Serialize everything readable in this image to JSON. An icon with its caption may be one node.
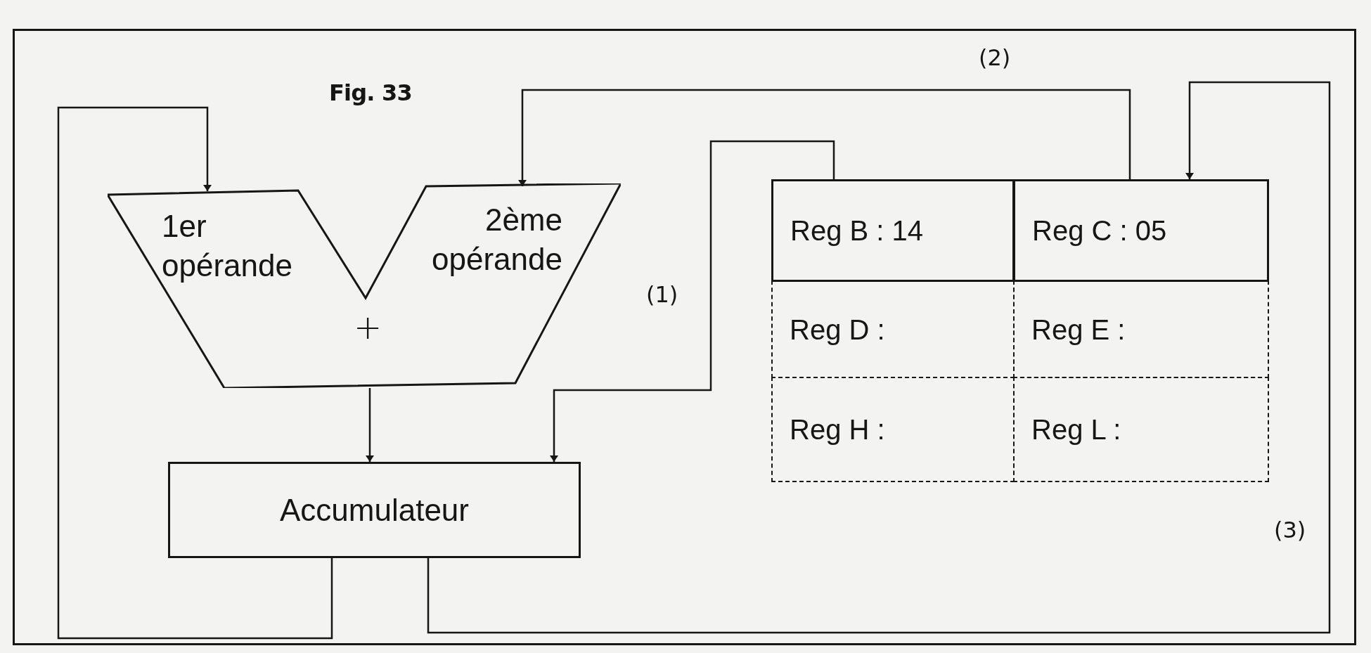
{
  "diagram": {
    "title": "Fig. 33",
    "nodes": [
      {
        "text": [
          "+"
        ]
      },
      {
        "text": [
          "1er opérande"
        ],
        "in": 0
      },
      {
        "text": [
          "2ème opérande"
        ],
        "in": 0
      },
      {
        "text": [
          "Accumulateur"
        ]
      },
      {
        "text": [
          "Reg B : 14"
        ]
      },
      {
        "text": [
          "Reg C : 05"
        ]
      },
      {
        "text": [
          "Reg D :"
        ]
      },
      {
        "text": [
          "Reg E :"
        ]
      },
      {
        "text": [
          "Reg H :"
        ]
      },
      {
        "text": [
          "Reg L :"
        ]
      }
    ],
    "edges": [
      {
        "from": 0,
        "to": 3,
        "arrow": "to"
      },
      {
        "from": 4,
        "to": 3,
        "arrow": "to",
        "label": "(1)"
      },
      {
        "from": 5,
        "to": 2,
        "arrow": "to",
        "label": "(2)"
      },
      {
        "from": 3,
        "to": 5,
        "arrow": "to",
        "label": "(3)"
      },
      {
        "from": 3,
        "to": 1,
        "arrow": "to"
      }
    ]
  }
}
